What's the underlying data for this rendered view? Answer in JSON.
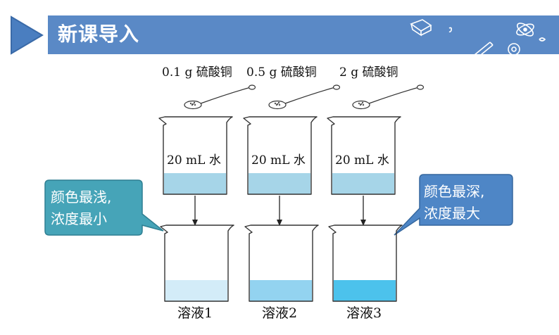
{
  "header": {
    "title": "新课导入",
    "colors": {
      "banner": "#5a89c6",
      "arrow": "#4a7ec0"
    }
  },
  "experiment": {
    "beakers": [
      {
        "spoon_label": "0.1 g 硫酸铜",
        "water_label": "20 mL 水",
        "solution_label": "溶液1",
        "solution_color": "#d3ecf8"
      },
      {
        "spoon_label": "0.5 g 硫酸铜",
        "water_label": "20 mL 水",
        "solution_label": "溶液2",
        "solution_color": "#93d3f0"
      },
      {
        "spoon_label": "2 g 硫酸铜",
        "water_label": "20 mL 水",
        "solution_label": "溶液3",
        "solution_color": "#4cc2ec"
      }
    ],
    "water_color": "#a6d5e8"
  },
  "callouts": {
    "left": {
      "lines": [
        "颜色最浅,",
        "浓度最小"
      ],
      "color": "#46a4b8"
    },
    "right": {
      "lines": [
        "颜色最深,",
        "浓度最大"
      ],
      "color": "#4e86c6"
    }
  }
}
